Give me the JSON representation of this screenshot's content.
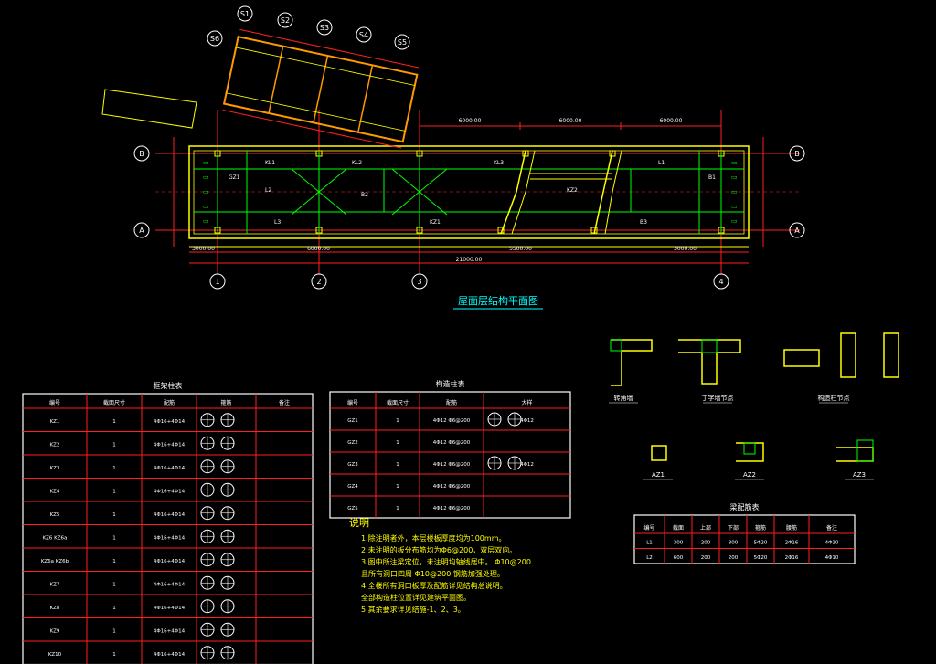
{
  "colors": {
    "background": "#000000",
    "wall": "#ffff00",
    "grid": "#ff2020",
    "beam": "#00ff00",
    "annotation": "#ffffff",
    "cyan": "#00ffff",
    "orange": "#ff9900"
  },
  "plan": {
    "title": "屋面层结构平面图",
    "axis_bottom": [
      "1",
      "2",
      "3",
      "4"
    ],
    "axis_side": [
      "B",
      "A"
    ],
    "axis_top": [
      "S1",
      "S2",
      "S3",
      "S4",
      "S5",
      "S6"
    ],
    "dims_top": [
      "6000.00",
      "6000.00",
      "6000.00"
    ],
    "dims_bottom": [
      "3000.00",
      "6000.00",
      "5500.00",
      "3000.00"
    ],
    "dim_total": "21000.00",
    "beam_labels": [
      "KL1",
      "KL2",
      "KL3",
      "L1",
      "L2",
      "L3",
      "KZ1",
      "KZ2",
      "GZ1",
      "B1",
      "B2",
      "B3"
    ]
  },
  "table_left": {
    "title": "框架柱表",
    "headers": [
      "编号",
      "截面尺寸",
      "配筋",
      "箍筋",
      "备注"
    ],
    "rows": [
      [
        "KZ1",
        "1",
        "4Φ16+4Φ14",
        "",
        ""
      ],
      [
        "KZ2",
        "1",
        "4Φ16+4Φ14",
        "",
        ""
      ],
      [
        "KZ3",
        "1",
        "4Φ16+4Φ14",
        "",
        ""
      ],
      [
        "KZ4",
        "1",
        "4Φ16+4Φ14",
        "",
        ""
      ],
      [
        "KZ5",
        "1",
        "4Φ16+4Φ14",
        "",
        ""
      ],
      [
        "KZ6  KZ6a",
        "1",
        "4Φ16+4Φ14",
        "",
        ""
      ],
      [
        "KZ6a  KZ6b",
        "1",
        "4Φ16+4Φ14",
        "",
        ""
      ],
      [
        "KZ7",
        "1",
        "4Φ16+4Φ14",
        "",
        ""
      ],
      [
        "KZ8",
        "1",
        "4Φ16+4Φ14",
        "",
        ""
      ],
      [
        "KZ9",
        "1",
        "4Φ16+4Φ14",
        "",
        ""
      ],
      [
        "KZ10",
        "1",
        "4Φ16+4Φ14",
        "",
        ""
      ]
    ]
  },
  "table_mid": {
    "title": "构造柱表",
    "headers": [
      "编号",
      "截面尺寸",
      "配筋",
      "大样"
    ],
    "rows": [
      [
        "GZ1",
        "1",
        "4Φ12 Φ6@200",
        "4Φ12"
      ],
      [
        "GZ2",
        "1",
        "4Φ12 Φ6@200",
        ""
      ],
      [
        "GZ3",
        "1",
        "4Φ12 Φ6@200",
        "4Φ12"
      ],
      [
        "GZ4",
        "1",
        "4Φ12 Φ6@200",
        ""
      ],
      [
        "GZ5",
        "1",
        "4Φ12 Φ6@200",
        ""
      ]
    ]
  },
  "notes": {
    "title": "说明",
    "items": [
      "1  除注明者外，本层楼板厚度均为100mm。",
      "2  未注明的板分布筋均为Φ6@200，双层双向。",
      "3  图中所注梁定位，未注明均轴线居中。 Φ10@200",
      "    且所有洞口四周    Φ10@200    钢筋加强处理。",
      "4  全楼所有洞口板厚及配筋详见结构总说明。",
      "    全部构造柱位置详见建筑平面图。",
      "5  其余要求详见结施-1、2、3。"
    ]
  },
  "table_right": {
    "title": "梁配筋表",
    "headers": [
      "编号",
      "截面",
      "上部",
      "下部",
      "箍筋",
      "腰筋",
      "备注"
    ],
    "rows": [
      [
        "L1",
        "300",
        "200",
        "800",
        "5Φ20",
        "2Φ16",
        "4Φ10"
      ],
      [
        "L2",
        "600",
        "200",
        "200",
        "5Φ20",
        "2Φ16",
        "4Φ10"
      ]
    ]
  },
  "details": {
    "labels": [
      "转角墙",
      "丁字墙节点",
      "构造柱节点",
      "AZ1",
      "AZ2",
      "AZ3"
    ]
  }
}
